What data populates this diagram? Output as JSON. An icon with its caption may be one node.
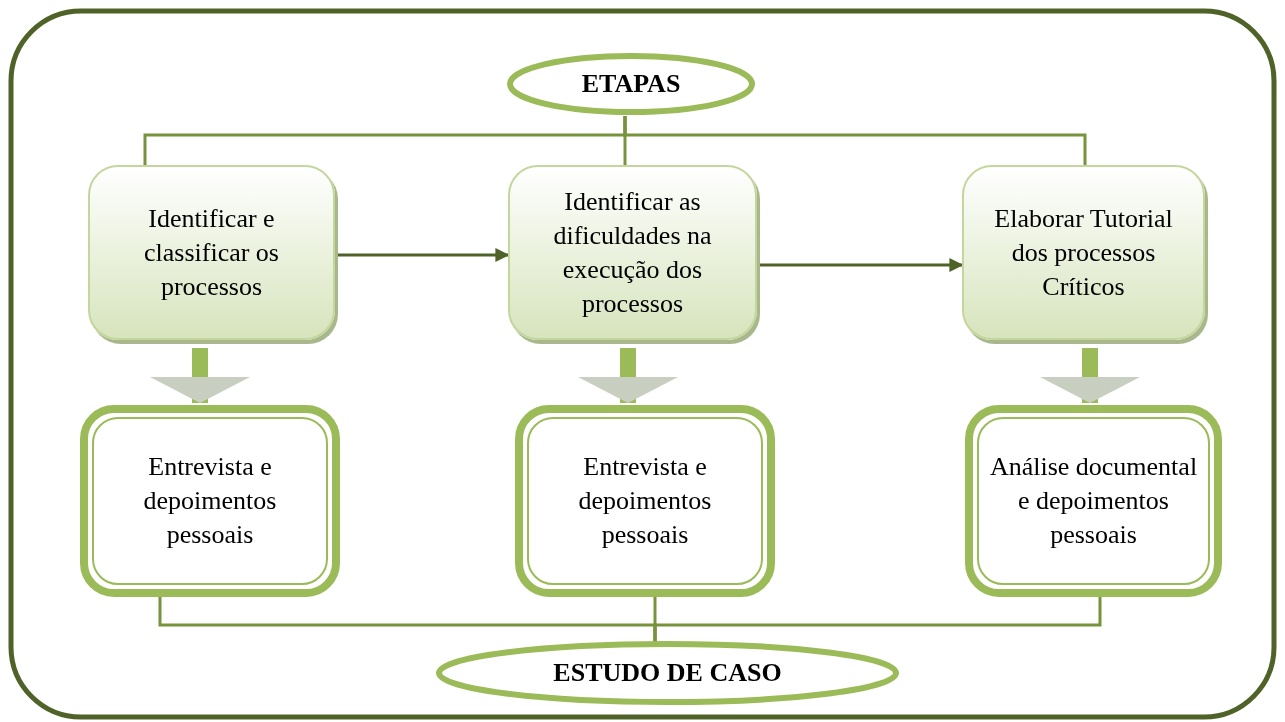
{
  "diagram": {
    "nodes": [
      {
        "text": [
          "ETAPAS"
        ]
      },
      {
        "text": [
          "Identificar e classificar os processos"
        ]
      },
      {
        "text": [
          "Identificar as dificuldades na execução dos processos"
        ]
      },
      {
        "text": [
          "Elaborar Tutorial dos processos Críticos"
        ]
      },
      {
        "text": [
          "Entrevista e depoimentos pessoais"
        ]
      },
      {
        "text": [
          "Entrevista e depoimentos pessoais"
        ]
      },
      {
        "text": [
          "Análise documental e depoimentos pessoais"
        ]
      },
      {
        "text": [
          "ESTUDO DE CASO"
        ]
      }
    ],
    "edges": [
      {
        "from": 0,
        "to": 1,
        "arrow": "none"
      },
      {
        "from": 0,
        "to": 2,
        "arrow": "none"
      },
      {
        "from": 0,
        "to": 3,
        "arrow": "none"
      },
      {
        "from": 1,
        "to": 2,
        "arrow": "to",
        "color": "#4f6228"
      },
      {
        "from": 2,
        "to": 3,
        "arrow": "to",
        "color": "#4f6228"
      },
      {
        "from": 1,
        "to": 4,
        "arrow": "to",
        "style": "thick"
      },
      {
        "from": 2,
        "to": 5,
        "arrow": "to",
        "style": "thick"
      },
      {
        "from": 3,
        "to": 6,
        "arrow": "to",
        "style": "thick"
      },
      {
        "from": 4,
        "to": 7,
        "arrow": "none"
      },
      {
        "from": 5,
        "to": 7,
        "arrow": "none"
      },
      {
        "from": 6,
        "to": 7,
        "arrow": "none"
      }
    ]
  }
}
